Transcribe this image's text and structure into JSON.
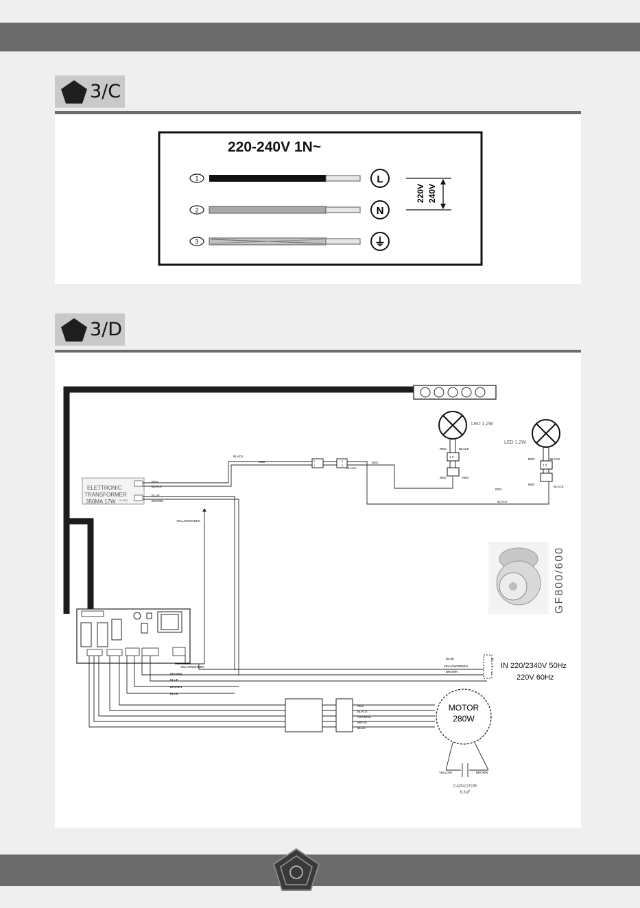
{
  "sections": [
    {
      "id": "3-c",
      "label": "3/C"
    },
    {
      "id": "3-d",
      "label": "3/D"
    }
  ],
  "supply_diagram": {
    "title": "220-240V 1N~",
    "wires": [
      {
        "number": "1",
        "terminal": "L"
      },
      {
        "number": "2",
        "terminal": "N"
      },
      {
        "number": "3",
        "terminal": "⏚"
      }
    ],
    "voltages": [
      "220V",
      "240V"
    ]
  },
  "wiring_diagram": {
    "transformer": {
      "line1": "ELETTRONIC",
      "line2": "TRANSFORMER",
      "line3": "350MA 17W",
      "pin_note": "IN 220V"
    },
    "led_labels": [
      "LED 1,2W",
      "LED 1,2W"
    ],
    "connector_pins": [
      "2",
      "1",
      "2",
      "1"
    ],
    "lamp_pins": [
      "1 2",
      "1 2"
    ],
    "wire_labels": {
      "black": "BLACK",
      "red": "RED",
      "blue": "BLUE",
      "brown": "BROWN",
      "yellowgreen": "YELLOWGREEN",
      "orange": "ORANGE",
      "white": "WHITE",
      "yellow": "YELLOW"
    },
    "terminal_letters": [
      "N",
      "⏚",
      "L"
    ],
    "power_in": {
      "line1": "IN 220/2340V 50Hz",
      "line2": "220V 60Hz"
    },
    "motor": {
      "line1": "MOTOR",
      "line2": "280W"
    },
    "capacitor": {
      "line1": "CAPACITOR",
      "line2": "6,3uF"
    },
    "model": "GF800/600",
    "motor_wires": [
      "RED",
      "BLACK",
      "ORANGE",
      "WHITE",
      "BLUE"
    ]
  }
}
